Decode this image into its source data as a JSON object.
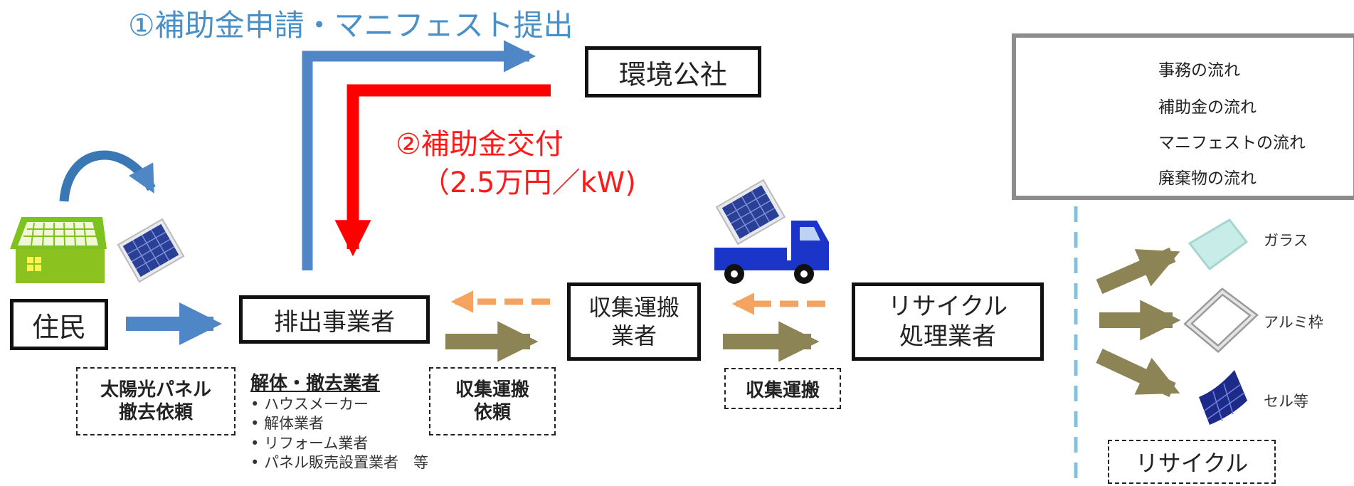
{
  "title_apply": "①補助金申請・マニフェスト提出",
  "title_grant": "②補助金交付",
  "title_grant_amount": "（2.5万円／kW)",
  "nodes": {
    "kankyo": "環境公社",
    "jumin": "住民",
    "haishutsu": "排出事業者",
    "shushu": "収集運搬\n業者",
    "recycle_biz": "リサイクル\n処理業者"
  },
  "dashed_labels": {
    "taiyoko": "太陽光パネル\n撤去依頼",
    "shushu_irai": "収集運搬\n依頼",
    "shushu": "収集運搬",
    "recycle": "リサイクル"
  },
  "kaitai": {
    "heading": "解体・撤去業者",
    "items": [
      "ハウスメーカー",
      "解体業者",
      "リフォーム業者",
      "パネル販売設置業者　等"
    ]
  },
  "legend": [
    {
      "label": "事務の流れ",
      "color": "#4f86c6",
      "style": "solid"
    },
    {
      "label": "補助金の流れ",
      "color": "#ff0000",
      "style": "solid"
    },
    {
      "label": "マニフェストの流れ",
      "color": "#f4a460",
      "style": "dashed"
    },
    {
      "label": "廃棄物の流れ",
      "color": "#8d8456",
      "style": "solid"
    }
  ],
  "outputs": {
    "glass": "ガラス",
    "aluminum": "アルミ枠",
    "cell": "セル等"
  },
  "colors": {
    "office_flow": "#4f86c6",
    "subsidy_flow": "#ff0000",
    "manifest_flow": "#f4a460",
    "waste_flow": "#8d8456",
    "divider": "#7fc4dc"
  }
}
